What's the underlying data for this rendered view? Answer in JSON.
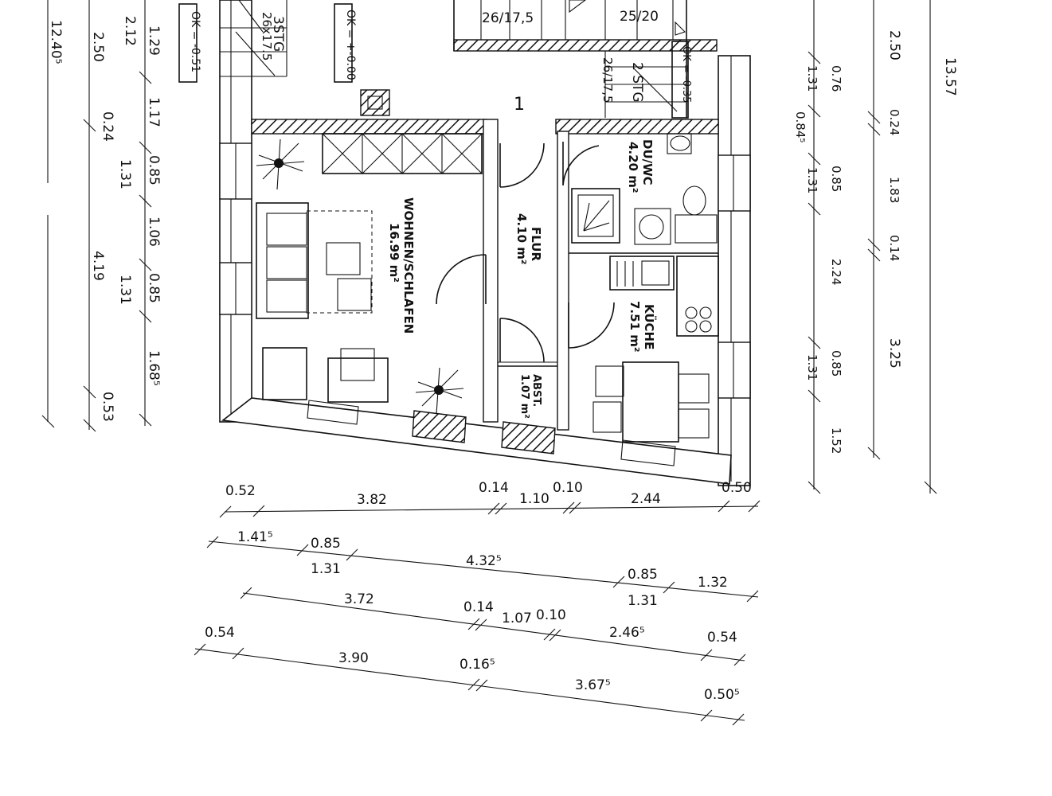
{
  "rooms": {
    "wohnen": {
      "name": "WOHNEN/SCHLAFEN",
      "area": "16.99 m²"
    },
    "flur": {
      "name": "FLUR",
      "area": "4.10 m²"
    },
    "dusche": {
      "name": "DU/WC",
      "area": "4.20 m²"
    },
    "kueche": {
      "name": "KÜCHE",
      "area": "7.51 m²"
    },
    "abst": {
      "name": "ABST.",
      "area": "1.07 m²"
    }
  },
  "stairs": {
    "stair3_label": "3STG",
    "stair3_size": "26x17.5",
    "stair_top_left": "26/17,5",
    "stair_top_right": "25/20",
    "stair2_label": "2 STG",
    "stair2_size": "26/17,5",
    "step_number": "1"
  },
  "levels": {
    "left": "OK = -0.51",
    "middle": "OK = +-0.00",
    "right": "OK = -0.35"
  },
  "dims_left": {
    "outer": [
      "12.40⁵"
    ],
    "middle": [
      "2.50",
      "0.24",
      "4.19",
      "0.53"
    ],
    "inner_top": "2.12",
    "inner": [
      "1.29",
      "1.17",
      "0.85",
      "1.06",
      "0.85",
      "1.68⁵"
    ],
    "inner_sub": [
      "1.31",
      "1.31"
    ]
  },
  "dims_right": {
    "inner": [
      "0.76",
      "0.84⁵",
      "0.85",
      "2.24",
      "0.85",
      "1.52"
    ],
    "inner_sub": [
      "1.31",
      "1.31",
      "1.31"
    ],
    "middle": [
      "2.50",
      "0.24",
      "1.83",
      "0.14",
      "3.25"
    ],
    "outer": [
      "13.57"
    ]
  },
  "dims_bottom": {
    "row1": [
      "0.52",
      "3.82",
      "0.14",
      "1.10",
      "0.10",
      "2.44",
      "0.50"
    ],
    "row2": [
      "1.41⁵",
      "0.85",
      "4.32⁵",
      "0.85",
      "1.32"
    ],
    "row2_sub": [
      "1.31",
      "1.31"
    ],
    "row3": [
      "3.72",
      "0.14",
      "1.07",
      "0.10",
      "2.46⁵",
      "0.54"
    ],
    "row4": [
      "0.54",
      "3.90",
      "0.16⁵",
      "3.67⁵",
      "0.50⁵"
    ]
  }
}
